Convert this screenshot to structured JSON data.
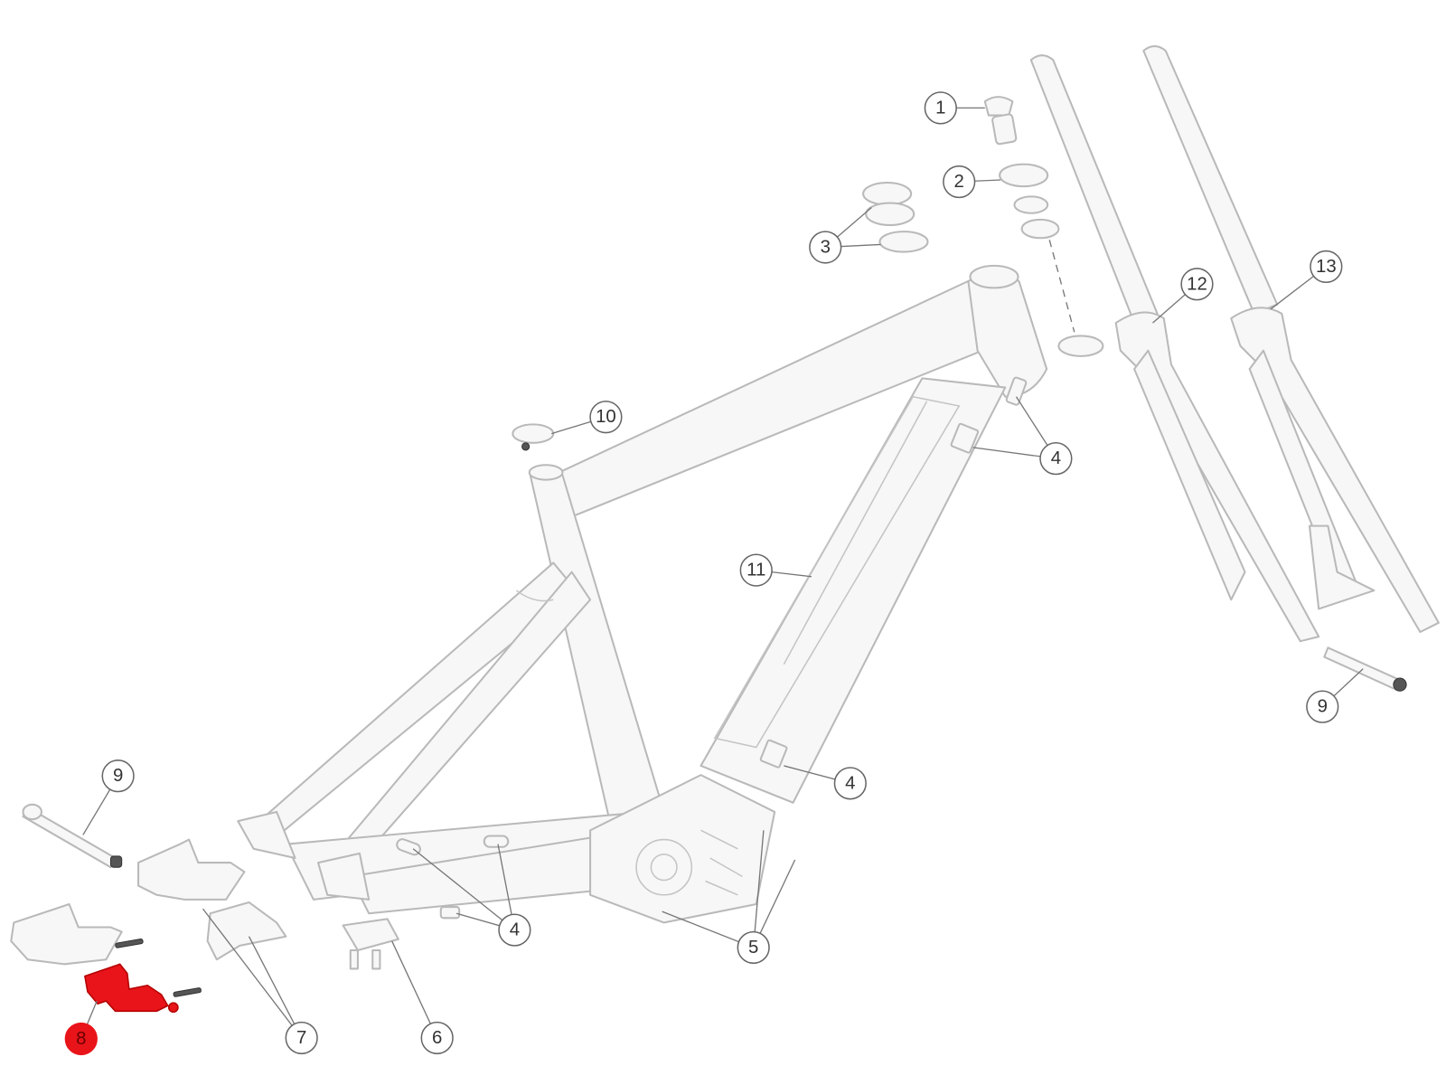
{
  "diagram": {
    "highlight_color": "#e8141a",
    "callouts": [
      {
        "label": "1",
        "part": "top-cap"
      },
      {
        "label": "2",
        "part": "headset-upper"
      },
      {
        "label": "3",
        "part": "headset-spacers"
      },
      {
        "label": "12",
        "part": "fork"
      },
      {
        "label": "13",
        "part": "fork-alt"
      },
      {
        "label": "10",
        "part": "seat-clamp"
      },
      {
        "label": "4",
        "part": "cable-guide-headtube"
      },
      {
        "label": "11",
        "part": "battery-cover"
      },
      {
        "label": "4",
        "part": "cable-guide-downtube"
      },
      {
        "label": "9",
        "part": "front-thru-axle"
      },
      {
        "label": "9",
        "part": "rear-thru-axle"
      },
      {
        "label": "4",
        "part": "cable-guide-chainstay"
      },
      {
        "label": "5",
        "part": "motor-bolts"
      },
      {
        "label": "8",
        "part": "dropout-highlighted",
        "highlighted": true
      },
      {
        "label": "7",
        "part": "derailleur-hanger"
      },
      {
        "label": "6",
        "part": "kickstand-plate"
      }
    ]
  }
}
